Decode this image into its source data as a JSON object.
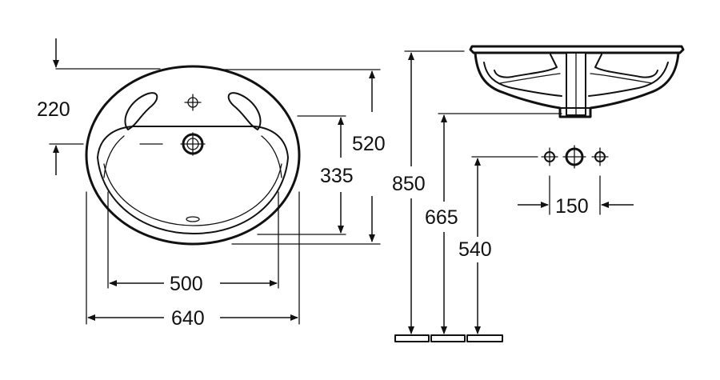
{
  "dimensions": {
    "offset_top": "220",
    "height_front": "520",
    "depth_to_tap": "335",
    "inner_width": "500",
    "outer_width": "640",
    "total_height": "850",
    "drain_height": "665",
    "supply_height": "540",
    "supply_spacing": "150"
  },
  "colors": {
    "stroke": "#111111",
    "background": "#ffffff"
  }
}
